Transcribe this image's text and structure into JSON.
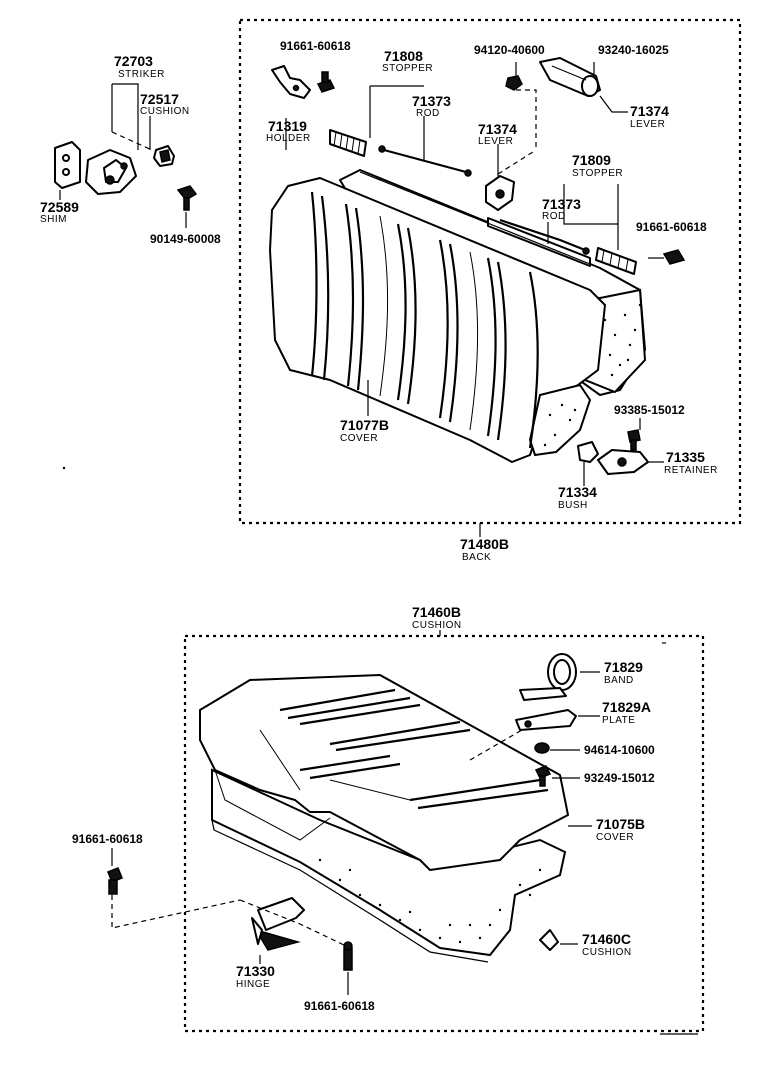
{
  "parts": {
    "p72703": {
      "number": "72703",
      "name": "STRIKER"
    },
    "p72517": {
      "number": "72517",
      "name": "CUSHION"
    },
    "p72589": {
      "number": "72589",
      "name": "SHIM"
    },
    "p90149": {
      "number": "90149-60008"
    },
    "p91661_a": {
      "number": "91661-60618"
    },
    "p71808_a": {
      "number": "71808",
      "name": "STOPPER"
    },
    "p94120": {
      "number": "94120-40600"
    },
    "p93240": {
      "number": "93240-16025"
    },
    "p71319": {
      "number": "71319",
      "name": "HOLDER"
    },
    "p71373_a": {
      "number": "71373",
      "name": "ROD"
    },
    "p71374_a": {
      "number": "71374",
      "name": "LEVER"
    },
    "p71374_b": {
      "number": "71374",
      "name": "LEVER"
    },
    "p71809": {
      "number": "71809",
      "name": "STOPPER"
    },
    "p71373_b": {
      "number": "71373",
      "name": "ROD"
    },
    "p91661_b": {
      "number": "91661-60618"
    },
    "p71077B": {
      "number": "71077B",
      "name": "COVER"
    },
    "p93385": {
      "number": "93385-15012"
    },
    "p71335": {
      "number": "71335",
      "name": "RETAINER"
    },
    "p71334": {
      "number": "71334",
      "name": "BUSH"
    },
    "p71480B": {
      "number": "71480B",
      "name": "BACK"
    },
    "p71460B": {
      "number": "71460B",
      "name": "CUSHION"
    },
    "p71829": {
      "number": "71829",
      "name": "BAND"
    },
    "p71829A": {
      "number": "71829A",
      "name": "PLATE"
    },
    "p94614": {
      "number": "94614-10600"
    },
    "p93249": {
      "number": "93249-15012"
    },
    "p71075B": {
      "number": "71075B",
      "name": "COVER"
    },
    "p91661_c": {
      "number": "91661-60618"
    },
    "p71460C": {
      "number": "71460C",
      "name": "CUSHION"
    },
    "p71330": {
      "number": "71330",
      "name": "HINGE"
    },
    "p91661_d": {
      "number": "91661-60618"
    }
  },
  "colors": {
    "ink": "#000000",
    "paper": "#ffffff"
  }
}
